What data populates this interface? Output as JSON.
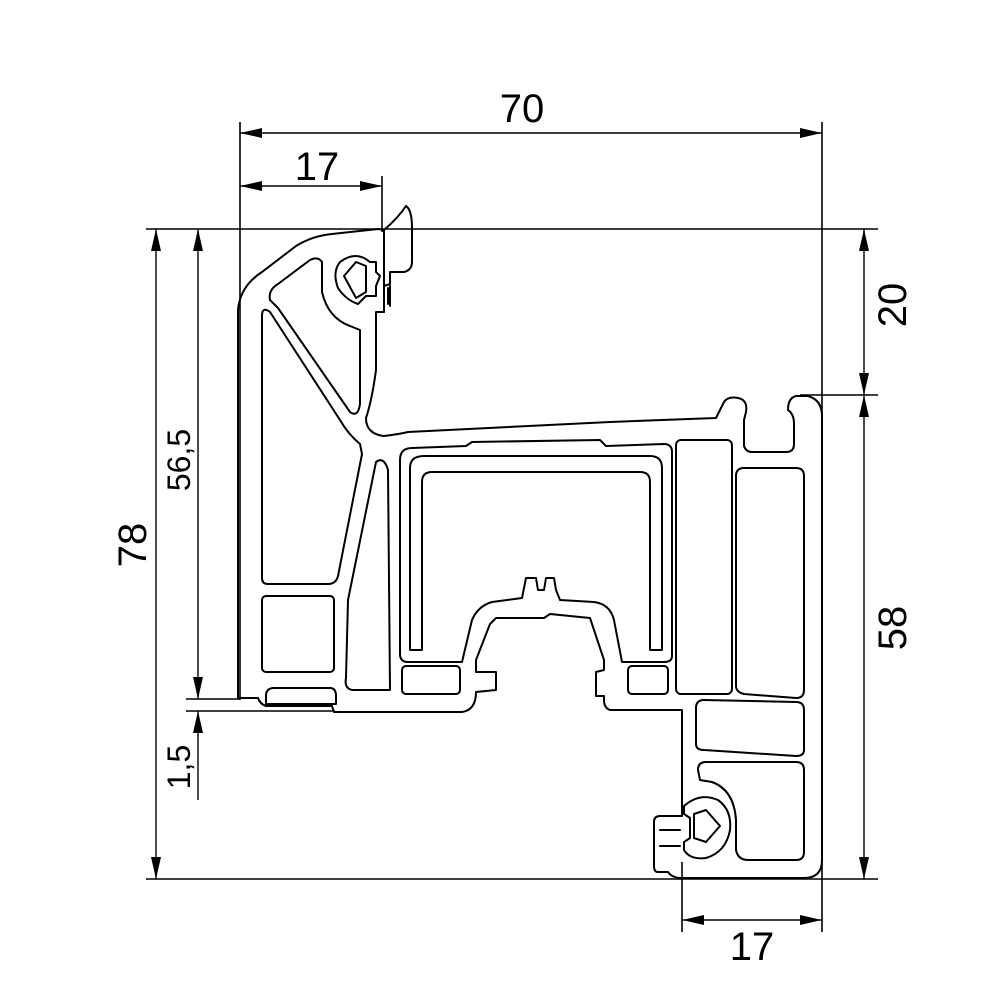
{
  "drawing": {
    "dimensions": {
      "total_width": "70",
      "top_left_width": "17",
      "bottom_right_width": "17",
      "total_height": "78",
      "inner_height": "56,5",
      "step_offset": "1,5",
      "right_top_height": "20",
      "right_bottom_height": "58"
    },
    "line_color": "#000000",
    "background_color": "#ffffff"
  }
}
